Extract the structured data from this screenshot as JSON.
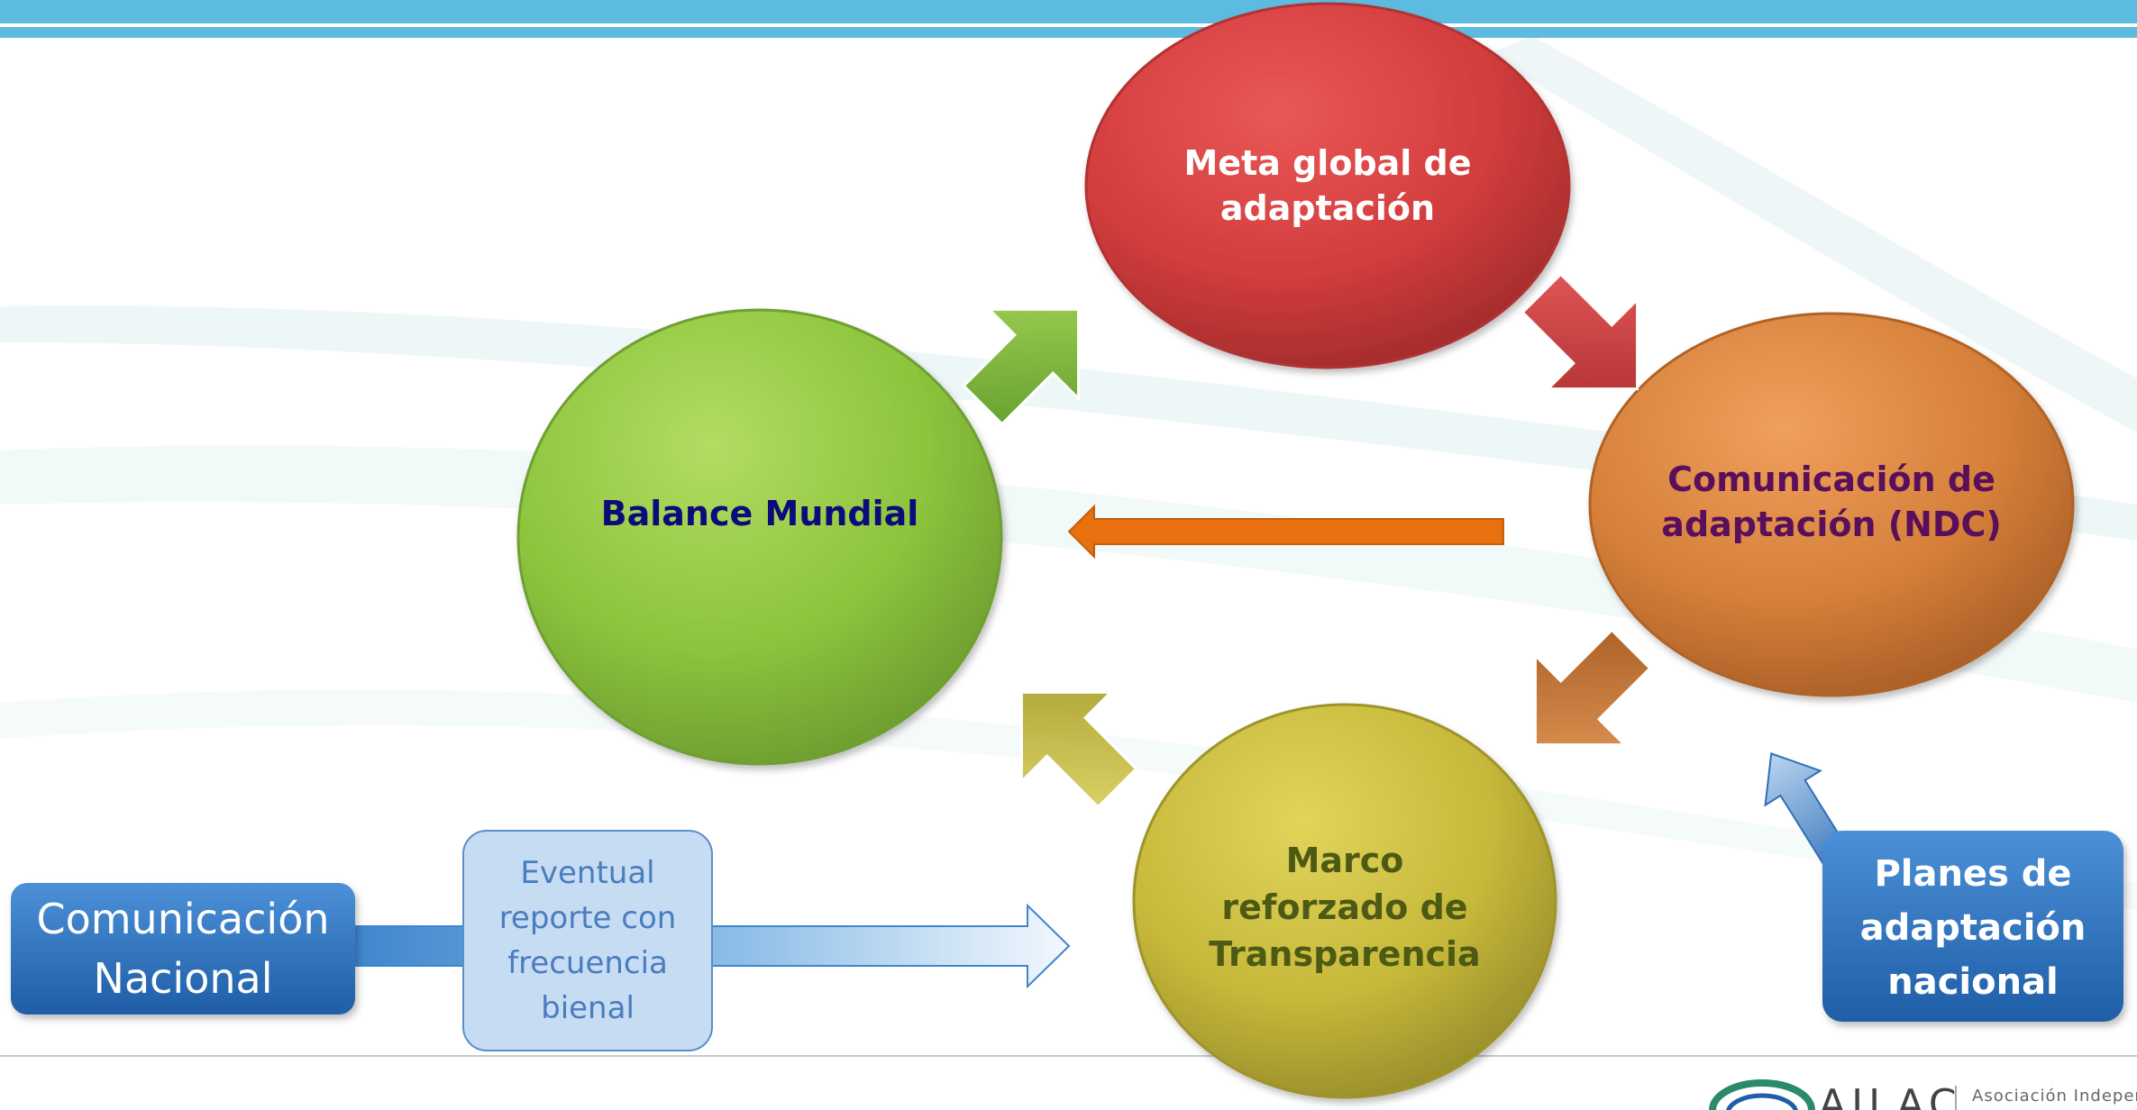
{
  "diagram": {
    "cycle": [
      {
        "id": "balance",
        "lines": [
          "Balance Mundial"
        ],
        "fill": "#8cc43c",
        "text_color": "#0b0b7a"
      },
      {
        "id": "meta",
        "lines": [
          "Meta global de",
          "adaptación"
        ],
        "fill": "#d23c3c",
        "text_color": "#ffffff"
      },
      {
        "id": "ndc",
        "lines": [
          "Comunicación de",
          "adaptación (NDC)"
        ],
        "fill": "#d57f3a",
        "text_color": "#5a0f5a"
      },
      {
        "id": "marco",
        "lines": [
          "Marco",
          "reforzado de",
          "Transparencia"
        ],
        "fill": "#c6b83a",
        "text_color": "#4d5a14"
      }
    ],
    "side_boxes": {
      "nacional": {
        "lines": [
          "Comunicación",
          "Nacional"
        ]
      },
      "eventual": {
        "lines": [
          "Eventual",
          "reporte con",
          "frecuencia",
          "bienal"
        ]
      },
      "planes": {
        "lines": [
          "Planes de",
          "adaptación",
          "nacional"
        ]
      }
    },
    "colors": {
      "header_band": "#5ebbe0",
      "arrow_green": "#7fbc3a",
      "arrow_red": "#cc3535",
      "arrow_orange_chevron": "#c97030",
      "arrow_olive": "#b9b43a",
      "arrow_orange_line": "#e8700f",
      "blue_box": "#2e74c0",
      "light_box": "#c6dcf2"
    }
  },
  "logo": {
    "text": "AILAC",
    "subtitle": "Asociación Independie"
  }
}
